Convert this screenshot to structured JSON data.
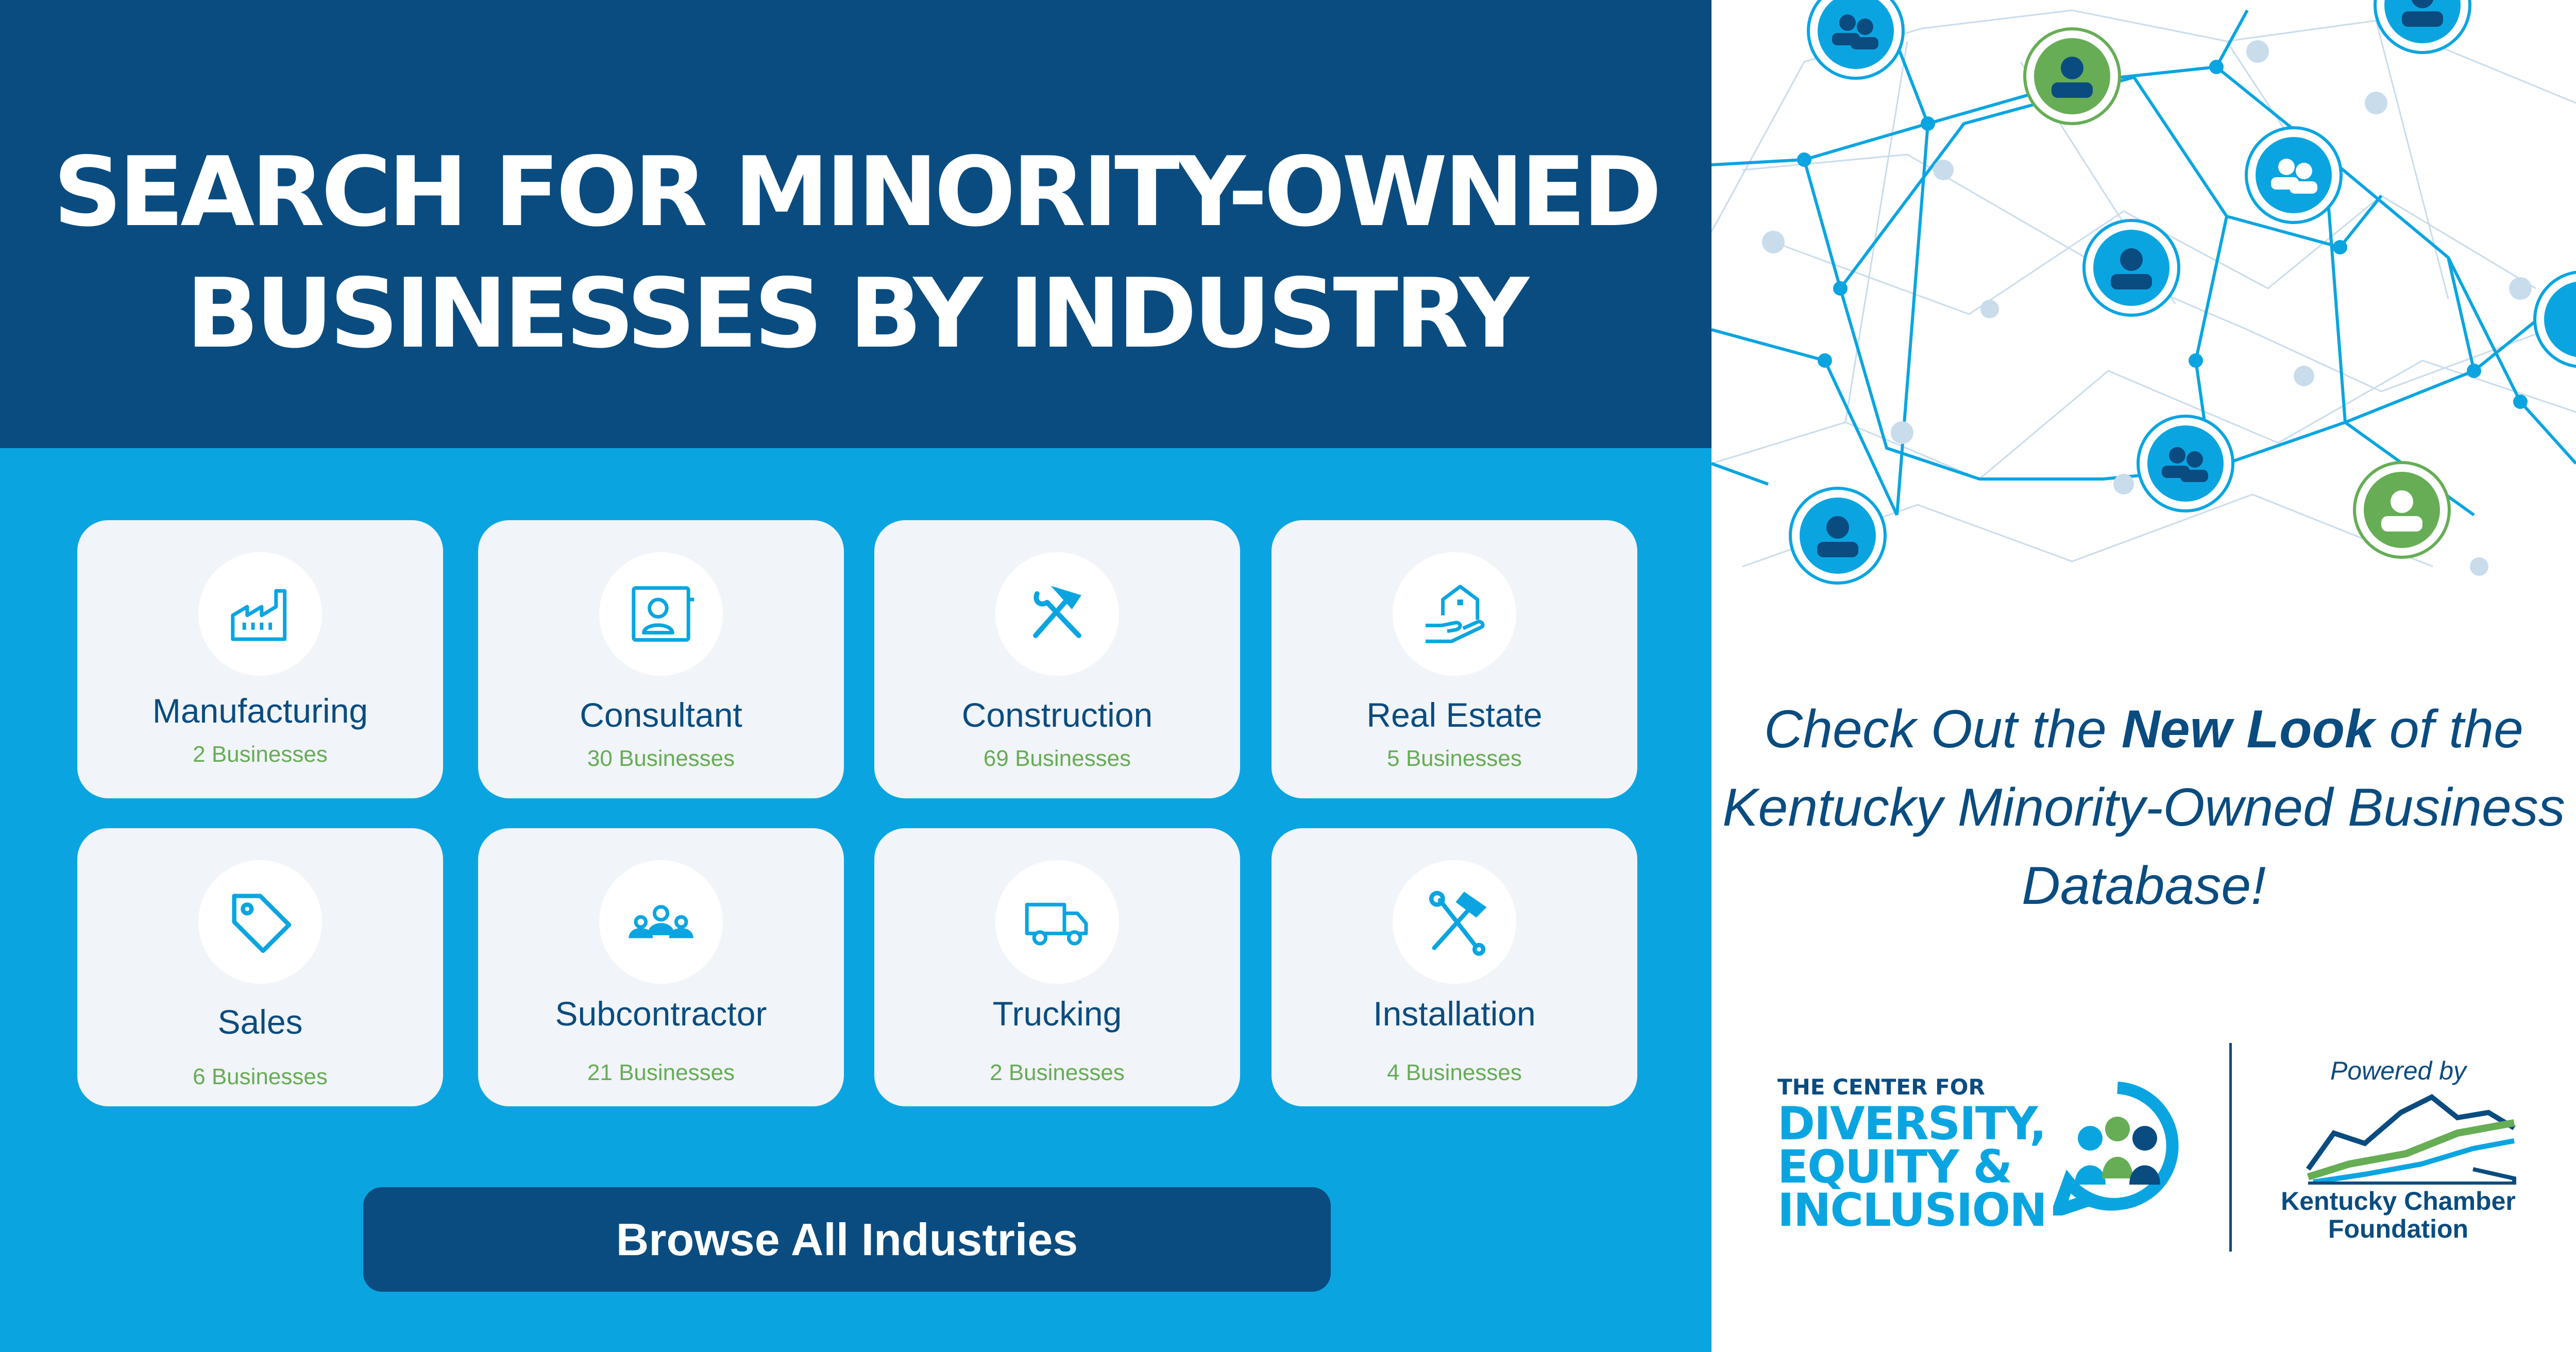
{
  "headline": {
    "line1": "SEARCH FOR MINORITY-OWNED",
    "line2": "BUSINESSES BY INDUSTRY"
  },
  "industries": [
    {
      "label": "Manufacturing",
      "count": "2 Businesses",
      "icon": "factory-icon"
    },
    {
      "label": "Consultant",
      "count": "30 Businesses",
      "icon": "consultant-icon"
    },
    {
      "label": "Construction",
      "count": "69 Businesses",
      "icon": "tools-icon"
    },
    {
      "label": "Real Estate",
      "count": "5 Businesses",
      "icon": "house-hand-icon"
    },
    {
      "label": "Sales",
      "count": "6 Businesses",
      "icon": "tag-icon"
    },
    {
      "label": "Subcontractor",
      "count": "21 Businesses",
      "icon": "group-icon"
    },
    {
      "label": "Trucking",
      "count": "2 Businesses",
      "icon": "truck-icon"
    },
    {
      "label": "Installation",
      "count": "4 Businesses",
      "icon": "wrench-hammer-icon"
    }
  ],
  "browse_button": {
    "label": "Browse All Industries"
  },
  "promo": {
    "prefix": "Check Out the ",
    "emphasis": "New Look",
    "suffix": " of the Kentucky Minority-Owned Business Database!"
  },
  "dei_logo": {
    "pre": "THE CENTER FOR",
    "line1": "DIVERSITY,",
    "line2": "EQUITY &",
    "line3": "INCLUSION"
  },
  "powered_by": "Powered by",
  "kc_logo": {
    "line1": "Kentucky Chamber",
    "line2": "Foundation"
  },
  "colors": {
    "navy": "#0a4c80",
    "sky": "#0aa5e1",
    "green": "#66ad55",
    "card": "#f1f4f8"
  }
}
